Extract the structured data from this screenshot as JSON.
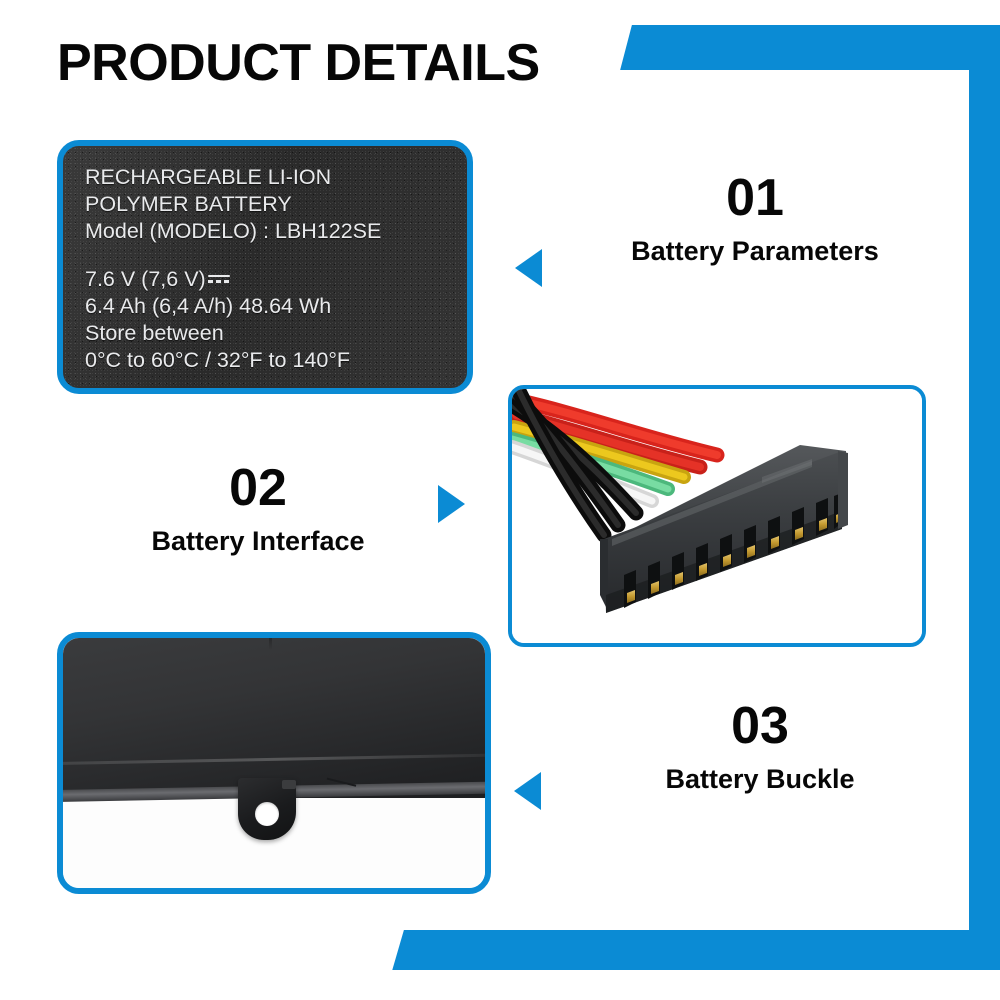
{
  "colors": {
    "accent": "#0b8bd4",
    "title_text": "#070707",
    "label_bg": "#2e2e2e",
    "label_text": "#e9eaec",
    "page_bg": "#ffffff"
  },
  "header": {
    "title": "PRODUCT DETAILS"
  },
  "spec_label": {
    "lines_top": [
      "RECHARGEABLE LI-ION",
      "POLYMER BATTERY",
      "Model (MODELO) : LBH122SE"
    ],
    "voltage": "7.6 V (7,6 V)",
    "dc_symbol": "dc-current-icon",
    "lines_bottom": [
      "6.4 Ah (6,4 A/h) 48.64 Wh",
      "Store between",
      "0°C to 60°C / 32°F to 140°F"
    ]
  },
  "callouts": [
    {
      "number": "01",
      "caption": "Battery Parameters",
      "arrow": "triangle-left-icon"
    },
    {
      "number": "02",
      "caption": "Battery Interface",
      "arrow": "triangle-right-icon"
    },
    {
      "number": "03",
      "caption": "Battery Buckle",
      "arrow": "triangle-left-icon"
    }
  ],
  "photos": {
    "connector": {
      "name": "battery-connector-photo",
      "wire_colors": [
        "#111111",
        "#111111",
        "#111111",
        "#f2f2f2",
        "#5ed08a",
        "#e8c21a",
        "#e02b20",
        "#e02b20"
      ],
      "housing_color": "#3a3b3d",
      "contact_color": "#c9a33c",
      "contact_count": 10
    },
    "buckle": {
      "name": "battery-buckle-photo",
      "body_color": "#333436",
      "tab_color": "#1a1b1d"
    }
  }
}
